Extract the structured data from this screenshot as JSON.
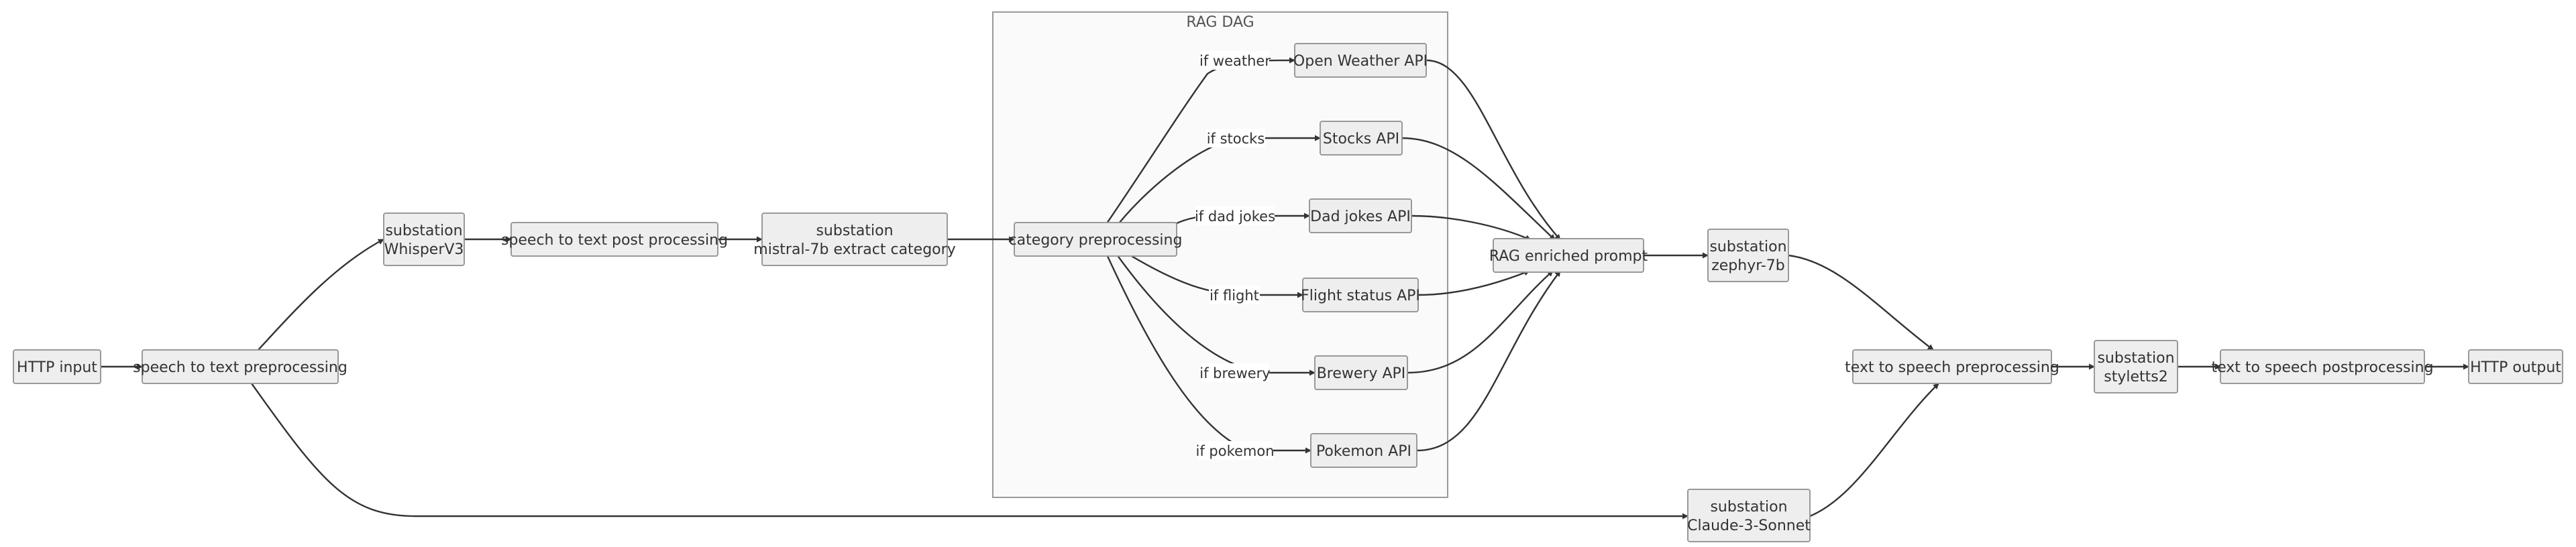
{
  "cluster": {
    "label": "RAG DAG"
  },
  "nodes": {
    "http_input": [
      "HTTP input"
    ],
    "stt_pre": [
      "speech to text preprocessing"
    ],
    "whisper": [
      "substation",
      "WhisperV3"
    ],
    "stt_post": [
      "speech to text post processing"
    ],
    "mistral": [
      "substation",
      "mistral-7b extract category"
    ],
    "category": [
      "category preprocessing"
    ],
    "weather": [
      "Open Weather API"
    ],
    "stocks": [
      "Stocks API"
    ],
    "dadjokes": [
      "Dad jokes API"
    ],
    "flight": [
      "Flight status API"
    ],
    "brewery": [
      "Brewery API"
    ],
    "pokemon": [
      "Pokemon API"
    ],
    "rag_prompt": [
      "RAG enriched prompt"
    ],
    "zephyr": [
      "substation",
      "zephyr-7b"
    ],
    "claude": [
      "substation",
      "Claude-3-Sonnet"
    ],
    "tts_pre": [
      "text to speech preprocessing"
    ],
    "styletts": [
      "substation",
      "styletts2"
    ],
    "tts_post": [
      "text to speech postprocessing"
    ],
    "http_output": [
      "HTTP output"
    ]
  },
  "edge_labels": {
    "weather": "if weather",
    "stocks": "if stocks",
    "dadjokes": "if dad jokes",
    "flight": "if flight",
    "brewery": "if brewery",
    "pokemon": "if pokemon"
  },
  "colors": {
    "node_fill": "#eeeeee",
    "node_stroke": "#999999",
    "cluster_fill": "#fafafa",
    "edge": "#333333"
  }
}
